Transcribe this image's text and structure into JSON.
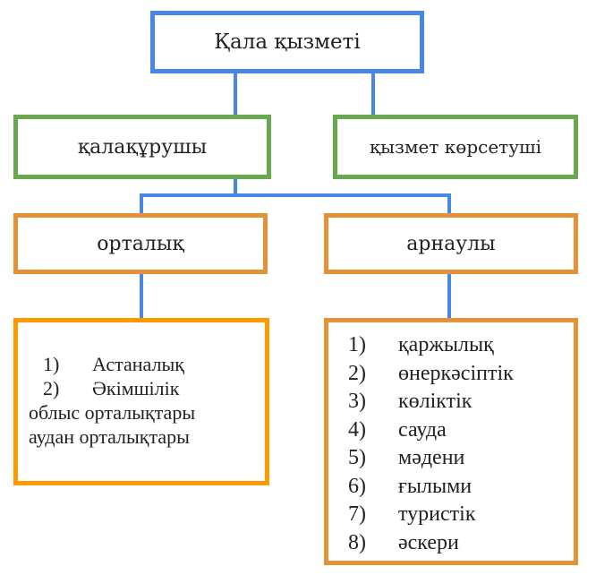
{
  "root": {
    "label": "Қала қызметі"
  },
  "level1": [
    {
      "label": "қалақұрушы"
    },
    {
      "label": "қызмет көрсетуші"
    }
  ],
  "level2": [
    {
      "label": "орталық"
    },
    {
      "label": "арнаулы"
    }
  ],
  "central_list": {
    "items": [
      {
        "num": "1)",
        "text": "Астаналық"
      },
      {
        "num": "2)",
        "text": "Әкімшілік"
      }
    ],
    "extra_lines": [
      "облыс орталықтары",
      "аудан орталықтары"
    ]
  },
  "special_list": {
    "items": [
      {
        "num": "1)",
        "text": "қаржылық"
      },
      {
        "num": "2)",
        "text": "өнеркәсіптік"
      },
      {
        "num": "3)",
        "text": "көліктік"
      },
      {
        "num": "4)",
        "text": "сауда"
      },
      {
        "num": "5)",
        "text": "мәдени"
      },
      {
        "num": "6)",
        "text": "ғылыми"
      },
      {
        "num": "7)",
        "text": "туристік"
      },
      {
        "num": "8)",
        "text": "әскери"
      }
    ]
  },
  "colors": {
    "connector": "#4a86e8",
    "root": "#4a86e8",
    "level1": "#6aa84f",
    "level2": "#e69138",
    "central": "#ff9900"
  }
}
